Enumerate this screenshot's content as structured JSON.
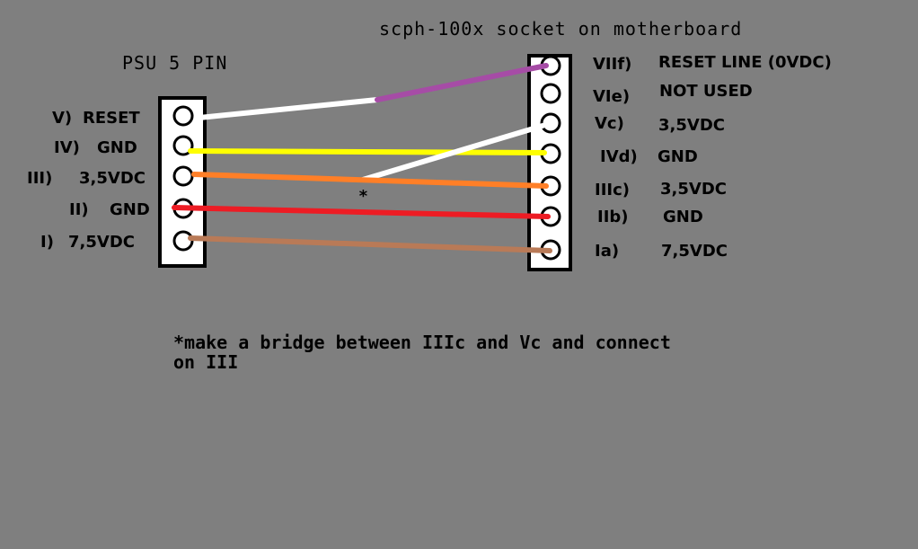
{
  "socket_title": "scph-100x socket on motherboard",
  "psu_title": "PSU 5 PIN",
  "psu_pins": [
    {
      "num": "V)",
      "label": "RESET"
    },
    {
      "num": "IV)",
      "label": "GND"
    },
    {
      "num": "III)",
      "label": "3,5VDC"
    },
    {
      "num": "II)",
      "label": "GND"
    },
    {
      "num": "I)",
      "label": "7,5VDC"
    }
  ],
  "socket_pins": [
    {
      "num": "VIIf)",
      "label": "RESET LINE (0VDC)"
    },
    {
      "num": "VIe)",
      "label": "NOT USED"
    },
    {
      "num": "Vc)",
      "label": "3,5VDC"
    },
    {
      "num": "IVd)",
      "label": "GND"
    },
    {
      "num": "IIIc)",
      "label": "3,5VDC"
    },
    {
      "num": "IIb)",
      "label": "GND"
    },
    {
      "num": "Ia)",
      "label": "7,5VDC"
    }
  ],
  "bridge_marker": "*",
  "note_line1": "*make a bridge between IIIc and Vc and connect",
  "note_line2": "on III",
  "colors": {
    "background": "#7f7f7f",
    "reset_wire_psu": "#ffffff",
    "reset_wire_socket": "#a64ca6",
    "gnd_upper_wire": "#ffff00",
    "bridge_wire": "#ffffff",
    "v35_wire": "#ff7f27",
    "gnd_lower_wire": "#ed1c24",
    "v75_wire": "#b97a57"
  }
}
